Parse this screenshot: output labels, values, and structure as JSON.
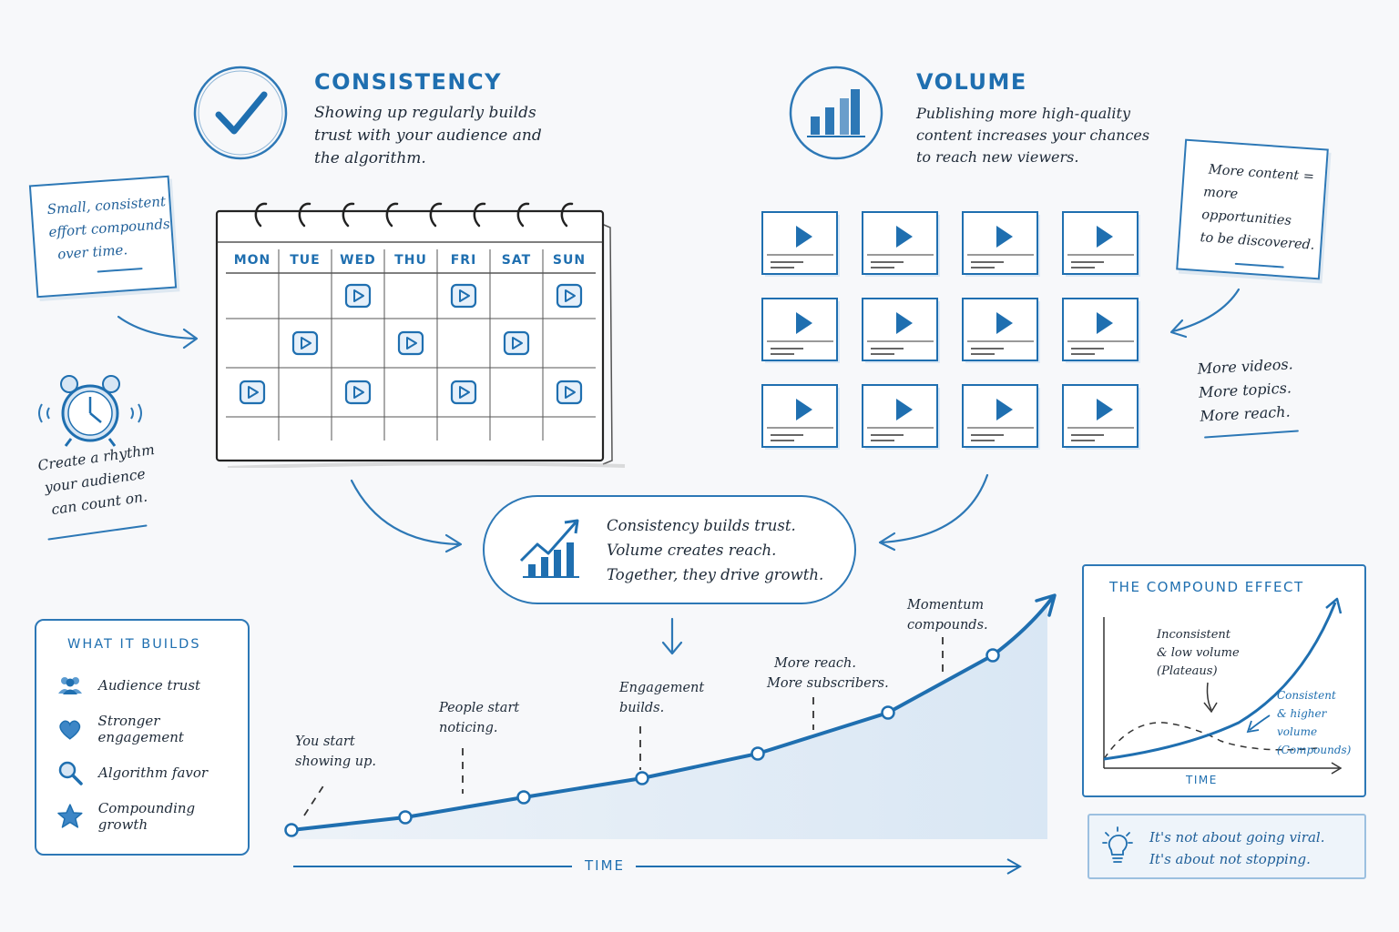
{
  "consistency": {
    "title": "CONSISTENCY",
    "description": [
      "Showing up regularly builds",
      "trust with your audience and",
      "the algorithm."
    ],
    "icon": "checkmark-circle-icon"
  },
  "volume": {
    "title": "VOLUME",
    "description": [
      "Publishing more high-quality",
      "content increases your chances",
      "to reach new viewers."
    ],
    "icon": "bar-chart-circle-icon"
  },
  "note_left": {
    "lines": [
      "Small, consistent",
      "effort compounds",
      "over time."
    ]
  },
  "note_right": {
    "lines": [
      "More content =",
      "more opportunities",
      "to be discovered."
    ]
  },
  "rhythm": {
    "lines": [
      "Create a rhythm",
      "your audience",
      "can count on."
    ],
    "icon": "alarm-clock-icon"
  },
  "calendar": {
    "days": [
      "MON",
      "TUE",
      "WED",
      "THU",
      "FRI",
      "SAT",
      "SUN"
    ],
    "videos": [
      [
        0,
        2
      ],
      [
        0,
        4
      ],
      [
        0,
        6
      ],
      [
        1,
        1
      ],
      [
        1,
        3
      ],
      [
        1,
        5
      ],
      [
        2,
        0
      ],
      [
        2,
        2
      ],
      [
        2,
        4
      ],
      [
        2,
        6
      ]
    ]
  },
  "more": {
    "lines": [
      "More videos.",
      "More topics.",
      "More reach."
    ]
  },
  "center": {
    "lines": [
      "Consistency builds trust.",
      "Volume creates reach.",
      "Together, they drive growth."
    ],
    "icon": "growth-chart-icon"
  },
  "builds": {
    "title": "WHAT IT BUILDS",
    "items": [
      {
        "label": "Audience trust",
        "icon": "people-icon"
      },
      {
        "label": "Stronger engagement",
        "icon": "heart-icon"
      },
      {
        "label": "Algorithm favor",
        "icon": "magnifier-icon"
      },
      {
        "label": "Compounding growth",
        "icon": "star-icon"
      }
    ]
  },
  "milestones": [
    {
      "lines": [
        "You start",
        "showing up."
      ]
    },
    {
      "lines": [
        "People start",
        "noticing."
      ]
    },
    {
      "lines": [
        "Engagement",
        "builds."
      ]
    },
    {
      "lines": [
        "More reach.",
        "More subscribers."
      ]
    },
    {
      "lines": [
        "Momentum",
        "compounds."
      ]
    }
  ],
  "time_label": "TIME",
  "compound": {
    "title": "THE COMPOUND EFFECT",
    "inconsistent": [
      "Inconsistent",
      "& low volume",
      "(Plateaus)"
    ],
    "consistent": [
      "Consistent",
      "& higher volume",
      "(Compounds)"
    ],
    "time_label": "TIME"
  },
  "tip": {
    "lines": [
      "It's not about going viral.",
      "It's about not stopping."
    ],
    "icon": "lightbulb-icon"
  },
  "colors": {
    "accent": "#1f6fb0",
    "light_accent": "#d7e6f4",
    "ink": "#1e2a38"
  }
}
